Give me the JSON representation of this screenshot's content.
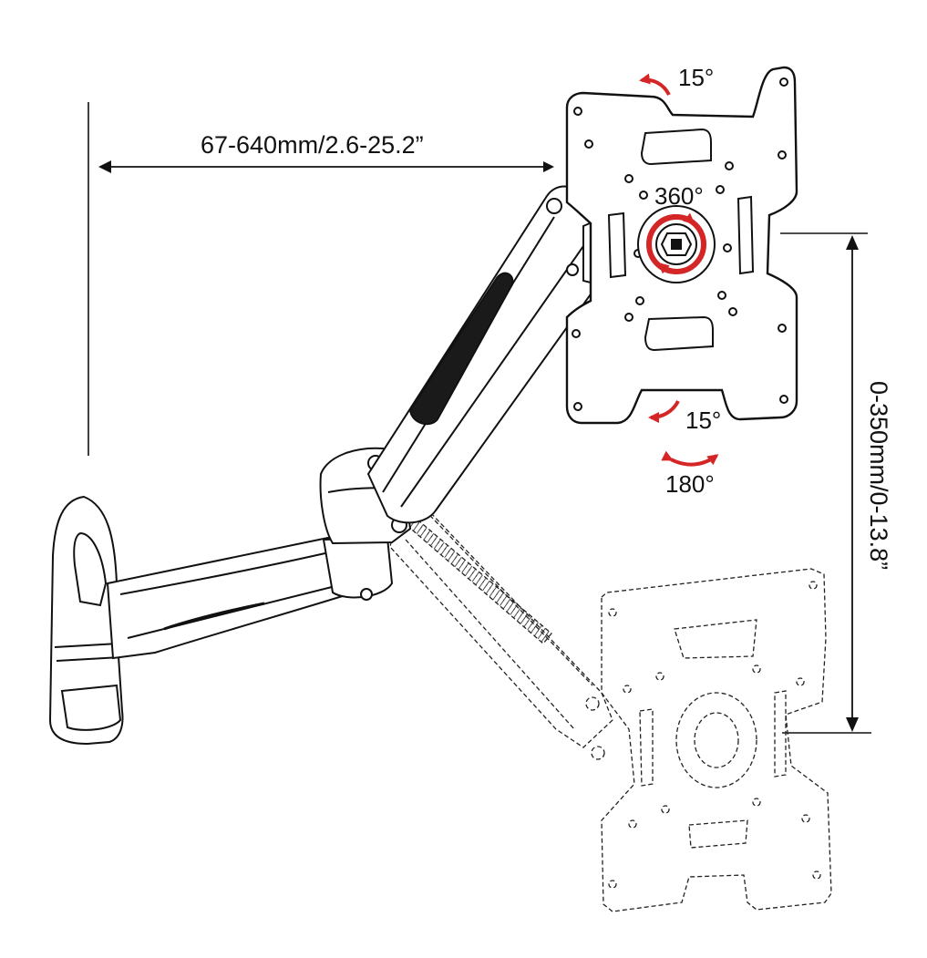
{
  "annotations": {
    "horizontal_range": "67-640mm/2.6-25.2”",
    "vertical_range": "0-350mm/0-13.8”",
    "tilt_up": "15°",
    "tilt_down": "15°",
    "rotation": "360°",
    "swivel": "180°"
  },
  "colors": {
    "line": "#111111",
    "arrow_accent": "#d42626",
    "background": "#ffffff"
  }
}
